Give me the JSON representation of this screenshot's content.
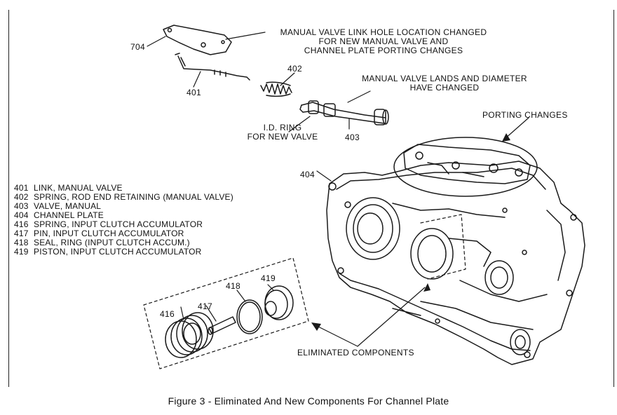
{
  "callouts": {
    "c704": "704",
    "c402": "402",
    "c401": "401",
    "c403": "403",
    "c404": "404",
    "c416": "416",
    "c417": "417",
    "c418": "418",
    "c419": "419"
  },
  "notes": {
    "link_hole_1": "MANUAL VALVE LINK HOLE LOCATION CHANGED",
    "link_hole_2": "FOR NEW MANUAL VALVE AND",
    "link_hole_3": "CHANNEL PLATE PORTING CHANGES",
    "lands_1": "MANUAL VALVE LANDS AND DIAMETER",
    "lands_2": "HAVE CHANGED",
    "porting": "PORTING CHANGES",
    "id_ring_1": "I.D. RING",
    "id_ring_2": "FOR NEW VALVE",
    "eliminated": "ELIMINATED COMPONENTS"
  },
  "legend": [
    {
      "num": "401",
      "text": "LINK, MANUAL VALVE"
    },
    {
      "num": "402",
      "text": "SPRING, ROD END RETAINING (MANUAL VALVE)"
    },
    {
      "num": "403",
      "text": "VALVE, MANUAL"
    },
    {
      "num": "404",
      "text": "CHANNEL PLATE"
    },
    {
      "num": "416",
      "text": "SPRING, INPUT CLUTCH ACCUMULATOR"
    },
    {
      "num": "417",
      "text": "PIN, INPUT CLUTCH ACCUMULATOR"
    },
    {
      "num": "418",
      "text": "SEAL, RING (INPUT CLUTCH ACCUM.)"
    },
    {
      "num": "419",
      "text": "PISTON, INPUT CLUTCH ACCUMULATOR"
    }
  ],
  "caption": "Figure 3 - Eliminated And New Components For Channel Plate"
}
